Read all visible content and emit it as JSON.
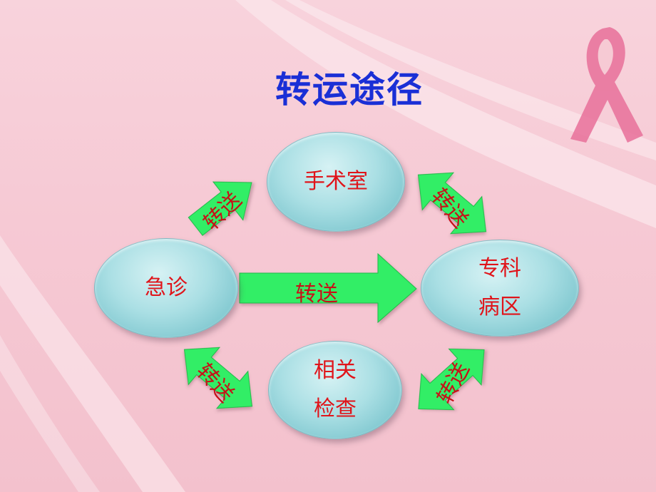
{
  "title": "转运途径",
  "nodes": {
    "surgery": {
      "label": "手术室"
    },
    "emergency": {
      "label": "急诊"
    },
    "ward": {
      "line1": "专科",
      "line2": "病区"
    },
    "exam": {
      "line1": "相关",
      "line2": "检查"
    }
  },
  "arrows": {
    "er_to_surgery": "转送",
    "er_to_ward": "转送",
    "surgery_ward": "转送",
    "er_exam": "转送",
    "exam_ward": "转送"
  },
  "colors": {
    "title": "#1a2fd6",
    "node_text": "#e0141a",
    "arrow_fill": "#33ee66",
    "arrow_label": "#c81018",
    "ribbon": "#e8709a"
  }
}
